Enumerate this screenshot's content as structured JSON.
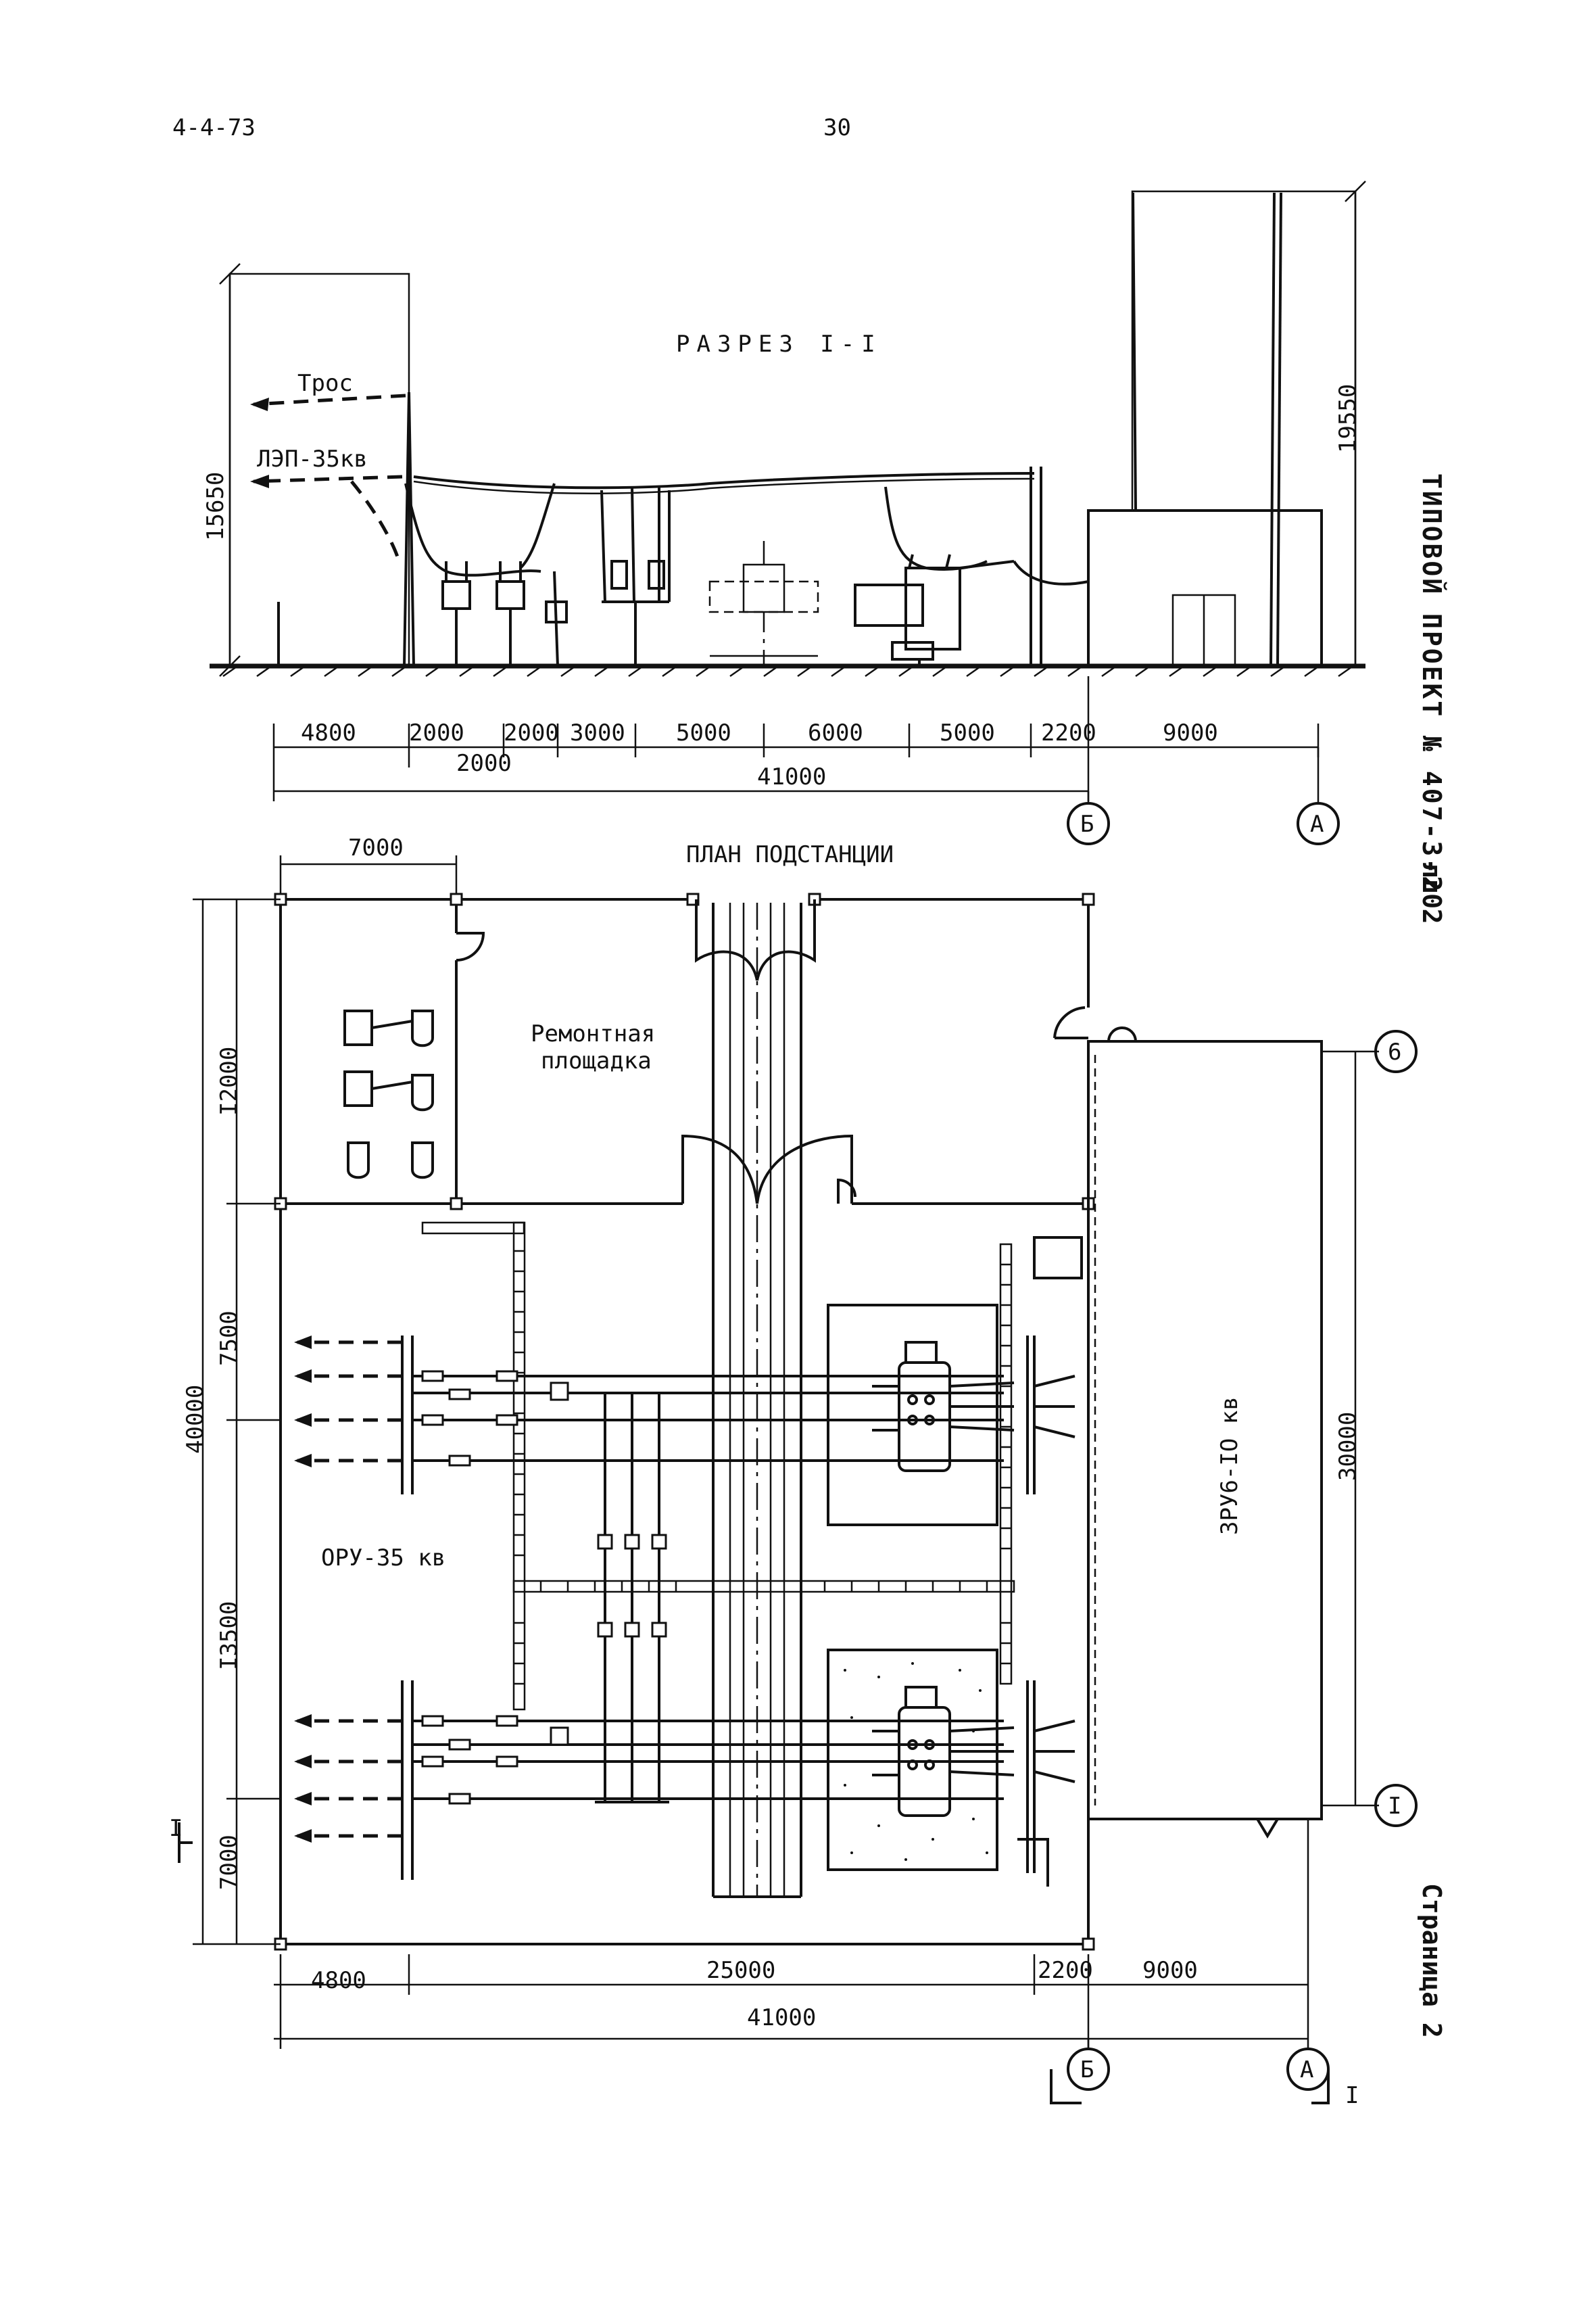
{
  "header": {
    "doc_code": "4-4-73",
    "page_number": "30"
  },
  "side_text": {
    "project": "ТИПОВОЙ ПРОЕКТ № 407-3-20",
    "sheet": "лл 2",
    "page": "Страница 2"
  },
  "section": {
    "title": "РАЗРЕЗ I-I",
    "label_tros": "Трос",
    "label_line": "ЛЭП-35кв",
    "height_left": "15650",
    "height_right": "19550",
    "dims_row1": [
      "4800",
      "2000",
      "2000",
      "3000",
      "5000",
      "6000",
      "5000",
      "2200",
      "9000"
    ],
    "dim_below": "2000",
    "dim_total": "41000",
    "axis_b": "Б",
    "axis_a": "А"
  },
  "plan": {
    "title": "ПЛАН ПОДСТАНЦИИ",
    "dim_top": "7000",
    "repair_area_1": "Ремонтная",
    "repair_area_2": "площадка",
    "oru_label": "ОРУ-35 кв",
    "zru_label": "ЗРУ6-IO кв",
    "left_dims": [
      "I2000",
      "7500",
      "I3500",
      "7000"
    ],
    "left_total": "40000",
    "right_dim": "30000",
    "axis_6": "6",
    "axis_1": "I",
    "bottom_dims": [
      "4800",
      "25000",
      "2200",
      "9000"
    ],
    "bottom_total": "41000",
    "axis_b": "Б",
    "axis_a": "А",
    "section_mark": "I",
    "section_mark_left": "I"
  }
}
